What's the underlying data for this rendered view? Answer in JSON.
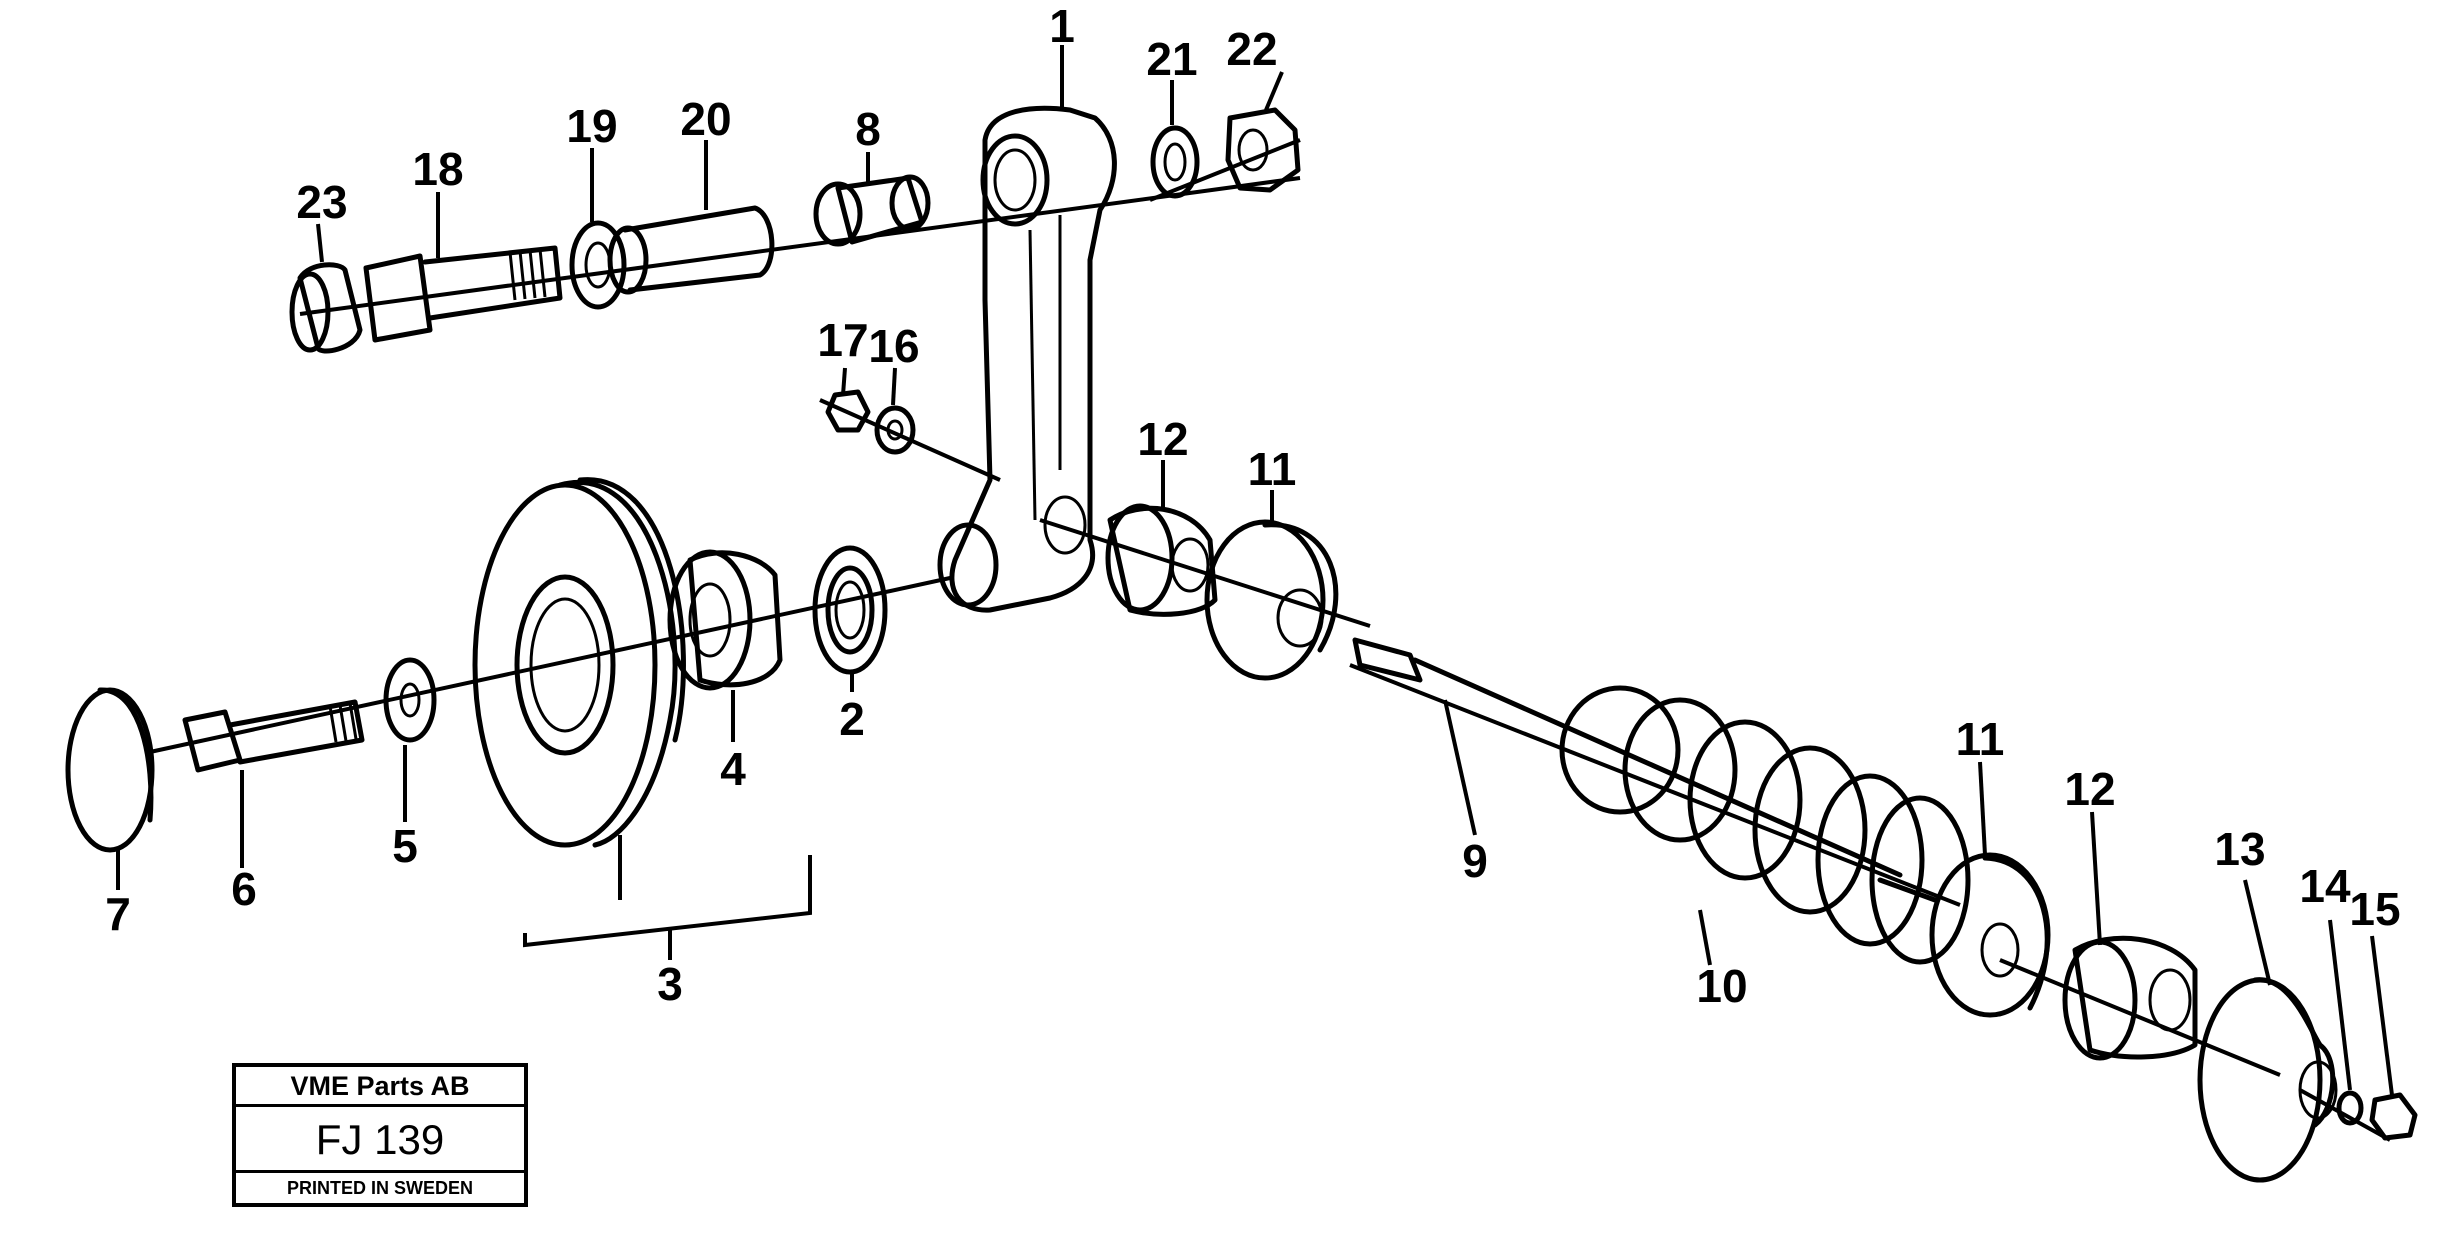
{
  "part_labels": [
    "1",
    "2",
    "3",
    "4",
    "5",
    "6",
    "7",
    "8",
    "9",
    "10",
    "11",
    "12",
    "13",
    "14",
    "15",
    "16",
    "17",
    "18",
    "19",
    "20",
    "21",
    "22",
    "23",
    "11",
    "12"
  ],
  "title_block": {
    "company": "VME Parts AB",
    "drawing_code": "FJ 139",
    "printed": "PRINTED IN SWEDEN"
  }
}
